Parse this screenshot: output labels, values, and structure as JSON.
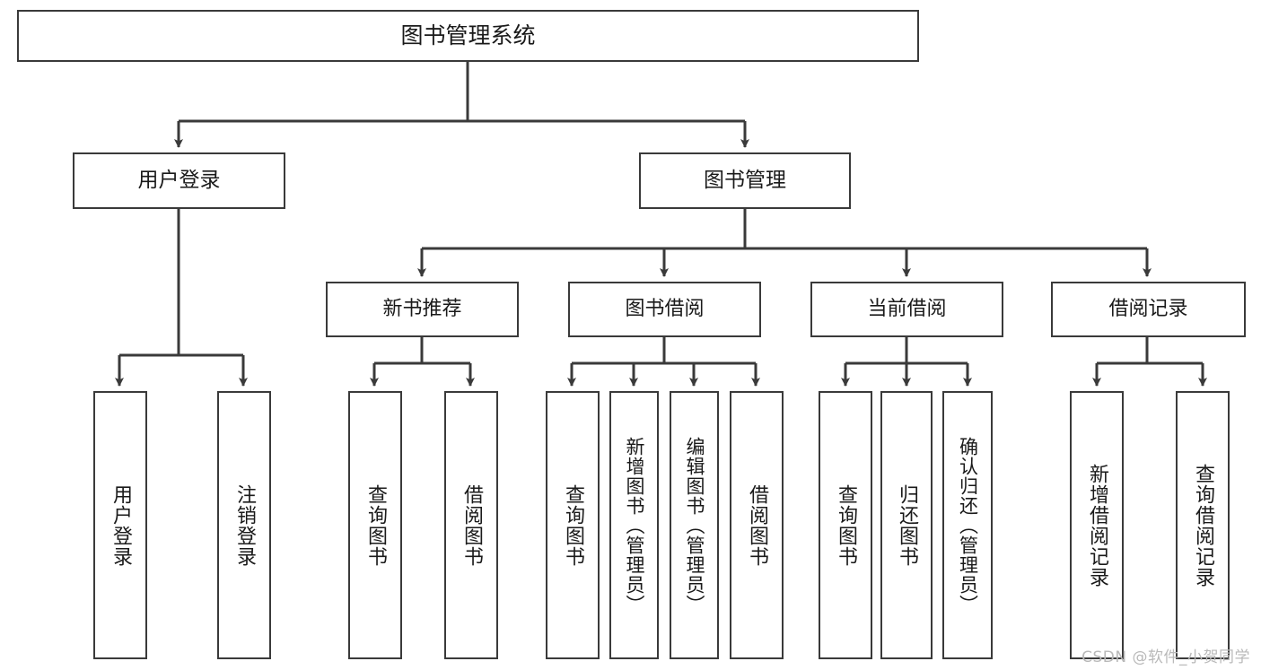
{
  "diagram": {
    "type": "tree",
    "title": "图书管理系统",
    "watermark": "CSDN @软件_小贺同学",
    "colors": {
      "box_border": "#3a3a3a",
      "box_fill": "#ffffff",
      "connector": "#3a3a3a",
      "text": "#1a1a1a",
      "watermark": "#b9b9b9"
    },
    "root": {
      "label": "图书管理系统"
    },
    "level2": [
      {
        "label": "用户登录"
      },
      {
        "label": "图书管理"
      }
    ],
    "level3": [
      {
        "label": "新书推荐"
      },
      {
        "label": "图书借阅"
      },
      {
        "label": "当前借阅"
      },
      {
        "label": "借阅记录"
      }
    ],
    "leaves": {
      "user_login": [
        {
          "label": "用户登录"
        },
        {
          "label": "注销登录"
        }
      ],
      "new_book": [
        {
          "label": "查询图书"
        },
        {
          "label": "借阅图书"
        }
      ],
      "book_borrow": [
        {
          "label": "查询图书"
        },
        {
          "label": "新增图书（管理员）"
        },
        {
          "label": "编辑图书（管理员）"
        },
        {
          "label": "借阅图书"
        }
      ],
      "current_borrow": [
        {
          "label": "查询图书"
        },
        {
          "label": "归还图书"
        },
        {
          "label": "确认归还（管理员）"
        }
      ],
      "borrow_record": [
        {
          "label": "新增借阅记录"
        },
        {
          "label": "查询借阅记录"
        }
      ]
    }
  }
}
